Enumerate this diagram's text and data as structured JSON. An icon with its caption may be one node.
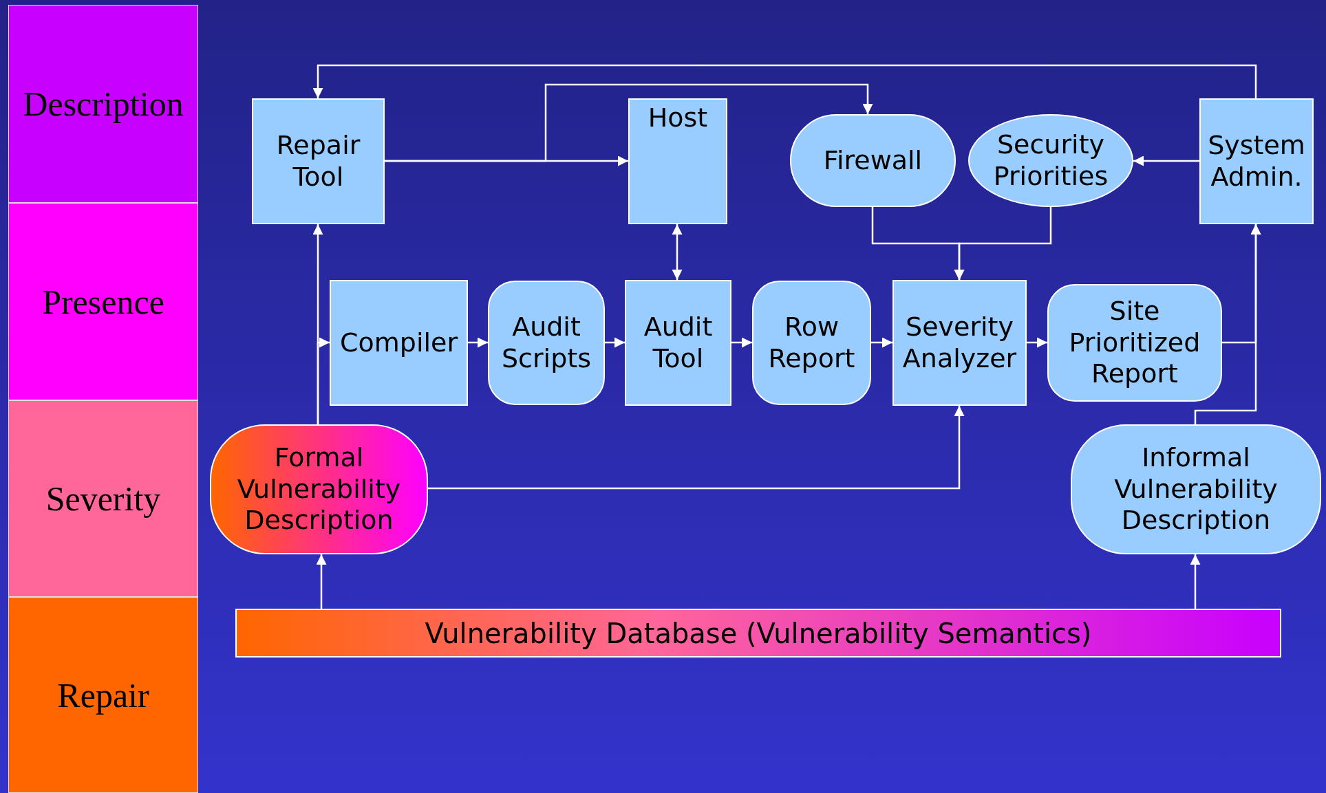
{
  "diagram": {
    "nodes": [
      {
        "text": [
          "Description"
        ]
      },
      {
        "text": [
          "Presence"
        ]
      },
      {
        "text": [
          "Severity"
        ]
      },
      {
        "text": [
          "Repair"
        ]
      },
      {
        "text": [
          "Repair Tool"
        ]
      },
      {
        "text": [
          "Host"
        ]
      },
      {
        "text": [
          "Firewall"
        ]
      },
      {
        "text": [
          "Security Priorities"
        ]
      },
      {
        "text": [
          "System Admin."
        ]
      },
      {
        "text": [
          "Compiler"
        ]
      },
      {
        "text": [
          "Audit Scripts"
        ]
      },
      {
        "text": [
          "Audit Tool"
        ]
      },
      {
        "text": [
          "Row Report"
        ]
      },
      {
        "text": [
          "Severity Analyzer"
        ]
      },
      {
        "text": [
          "Site Prioritized Report"
        ]
      },
      {
        "text": [
          "Formal Vulnerability Description"
        ]
      },
      {
        "text": [
          "Informal Vulnerability Description"
        ]
      },
      {
        "text": [
          "Vulnerability Database (Vulnerability Semantics)"
        ]
      }
    ],
    "edges": [
      {
        "from": 4,
        "to": 5,
        "arrow": "to"
      },
      {
        "from": 4,
        "to": 6,
        "arrow": "to"
      },
      {
        "from": 5,
        "to": 11,
        "arrow": "both"
      },
      {
        "from": 8,
        "to": 4,
        "arrow": "to"
      },
      {
        "from": 8,
        "to": 7,
        "arrow": "to"
      },
      {
        "from": 6,
        "to": 13,
        "arrow": "to"
      },
      {
        "from": 7,
        "to": 13,
        "arrow": "to"
      },
      {
        "from": 9,
        "to": 10,
        "arrow": "to"
      },
      {
        "from": 10,
        "to": 11,
        "arrow": "to"
      },
      {
        "from": 11,
        "to": 12,
        "arrow": "to"
      },
      {
        "from": 12,
        "to": 13,
        "arrow": "to"
      },
      {
        "from": 13,
        "to": 14,
        "arrow": "to"
      },
      {
        "from": 14,
        "to": 8,
        "arrow": "to"
      },
      {
        "from": 16,
        "to": 8,
        "arrow": "to"
      },
      {
        "from": 15,
        "to": 4,
        "arrow": "to"
      },
      {
        "from": 15,
        "to": 9,
        "arrow": "to"
      },
      {
        "from": 15,
        "to": 13,
        "arrow": "to"
      },
      {
        "from": 17,
        "to": 15,
        "arrow": "to"
      },
      {
        "from": 17,
        "to": 16,
        "arrow": "to"
      }
    ]
  }
}
